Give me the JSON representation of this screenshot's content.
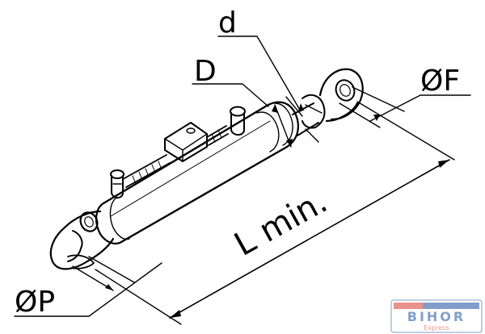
{
  "drawing": {
    "subject": "double-acting hydraulic cylinder with ball-joint eye ends",
    "line_color": "#000000",
    "background": "#ffffff"
  },
  "labels": {
    "rod_diameter": "d",
    "bore_diameter": "D",
    "rod_eye_pin": "ØF",
    "base_eye_pin": "ØP",
    "min_length": "L min."
  },
  "watermark": {
    "brand": "BIHOR",
    "tagline": "Express",
    "colors": {
      "primary": "#1b4fa0",
      "accent": "#d83a2e"
    }
  }
}
